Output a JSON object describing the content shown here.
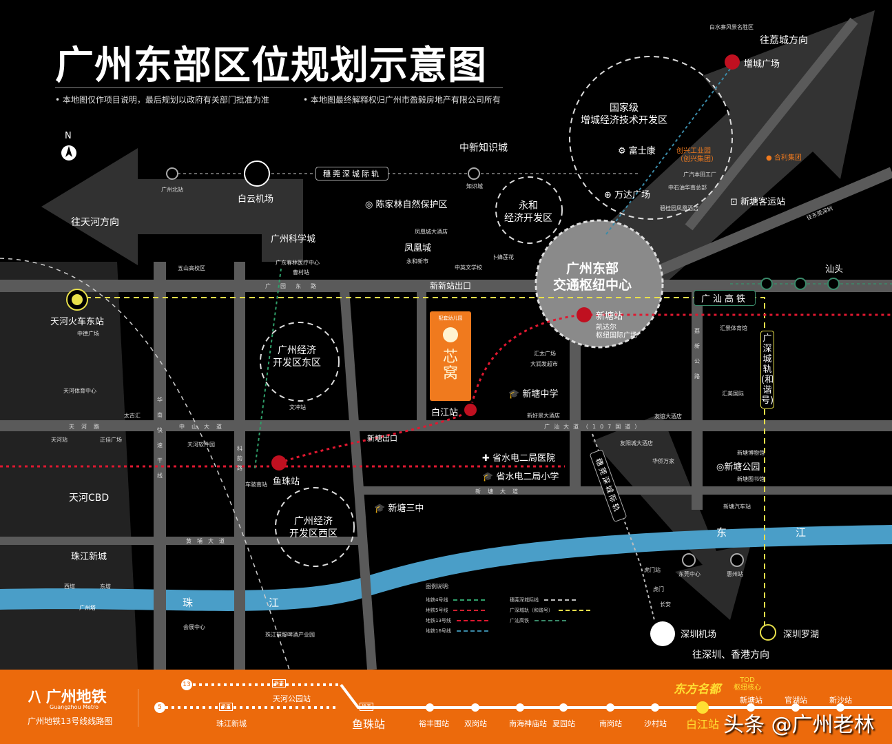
{
  "title": "广州东部区位规划示意图",
  "disclaimers": [
    "本地图仅作项目说明，最后规划以政府有关部门批准为准",
    "本地图最终解释权归广州市盈毅房地产有限公司所有"
  ],
  "compass": "N",
  "directions": {
    "west": "往天河方向",
    "northeast": "往荔城方向",
    "south": "往深圳、香港方向",
    "to_shenzhen": "往东莞深圳"
  },
  "zones": {
    "zengcheng": [
      "国家级",
      "增城经济技术开发区"
    ],
    "yonghe": [
      "永和",
      "经济开发区"
    ],
    "hub": [
      "广州东部",
      "交通枢纽中心"
    ],
    "east": [
      "广州经济",
      "开发区东区"
    ],
    "west": [
      "广州经济",
      "开发区西区"
    ]
  },
  "places": {
    "zhongxin": "中新知识城",
    "baiyun": "白云机场",
    "science": "广州科学城",
    "fenghuang": "凤凰城",
    "chenjialin": "陈家林自然保护区",
    "tianhe_cbd": "天河CBD",
    "zhujiang": "珠江新城",
    "tianhe_east": "天河火车东站",
    "fushikang": "富士康",
    "wanda": "万达广场",
    "xintang_bus": "新塘客运站",
    "zengcheng_sq": "增城广场",
    "xintang_mid": "新塘中学",
    "hospital": "省水电二局医院",
    "school": "省水电二局小学",
    "xintang3": "新塘三中",
    "park": "新塘公园",
    "kaidaer": [
      "凯达尔",
      "枢纽国际广场"
    ],
    "chuangxing": [
      "创兴工业园",
      "（创兴集团）"
    ],
    "heli": "合利集团",
    "shantou": "汕头",
    "sz_airport": "深圳机场",
    "sz_luohu": "深圳罗湖",
    "baijiang": "白江站",
    "xintang_st": "新塘站",
    "yuzhu": "鱼珠站",
    "xinxin_exit": "新新站出口",
    "xintang_exit": "新塘出口",
    "project": "芯窝",
    "project_sub": "配套幼儿园"
  },
  "small_pois": [
    "广州北站",
    "知识城",
    "五山高校区",
    "广东春林医疗中心",
    "曹村站",
    "凤凰城大酒店",
    "永和新市",
    "中英文学校",
    "卜蜂莲花",
    "中德广场",
    "天河体育中心",
    "太古汇",
    "天河站",
    "正佳广场",
    "天河软件园",
    "文冲站",
    "车陂南站",
    "汇太广场",
    "大润发超市",
    "新好景大酒店",
    "汇景体育馆",
    "汇美国际",
    "友谊大酒店",
    "友阳城大酒店",
    "华侨万家",
    "新塘博物馆",
    "新塘图书馆",
    "新塘汽车站",
    "西塔",
    "东塔",
    "广州塔",
    "会展中心",
    "珠江琶醍啤酒产业园",
    "中石油华南总部",
    "广汽本田工厂",
    "碧桂园凤凰酒店",
    "白水寨风景名胜区",
    "东莞中心",
    "惠州站",
    "长安",
    "虎门",
    "虎门站"
  ],
  "roads": {
    "guangyuan": "广园东路",
    "tianhe": "天河路",
    "zhongshan": "中山大道",
    "guangshan": "广汕大道（107国道）",
    "huangpu": "黄埔大道",
    "xintang_ave": "新塘大道",
    "huanan": "华南快速干线",
    "kechuang": "科韵路",
    "dongjiang": "东江",
    "zhujiang_river": "珠江",
    "lizheng": "荔新公路",
    "gsgt": "广汕高铁",
    "gszc": "广深城轨(和谐号)",
    "sgs": "穗莞深城际轨",
    "sgs_h": "穗莞深城际轨"
  },
  "legend": {
    "title": "图例说明:",
    "items": [
      {
        "label": "地铁4号线",
        "color": "#2fa06a"
      },
      {
        "label": "地铁5号线",
        "color": "#d02030"
      },
      {
        "label": "地铁13号线",
        "color": "#e01830"
      },
      {
        "label": "地铁16号线",
        "color": "#3a8aa8"
      },
      {
        "label": "穗莞深城际线",
        "color": "#bbbbbb"
      },
      {
        "label": "广深城轨（和谐号）",
        "color": "#e8e04a"
      },
      {
        "label": "广汕高铁",
        "color": "#3a8a6a"
      }
    ]
  },
  "metro": {
    "logo": "广州地铁",
    "logo_en": "Guangzhou Metro",
    "subtitle": "广州地铁13号线线路图",
    "line13": "13",
    "line5": "5",
    "transfer": "换乘",
    "stations": [
      "珠江新城",
      "天河公园站",
      "鱼珠站",
      "裕丰围站",
      "双岗站",
      "南海神庙站",
      "夏园站",
      "南岗站",
      "沙村站",
      "白江站",
      "新塘站",
      "官湖站",
      "新沙站"
    ],
    "brand": "东方名都",
    "tod": [
      "TOD",
      "枢纽核心"
    ]
  },
  "watermark": "头条 @广州老林",
  "colors": {
    "background": "#000000",
    "road": "#5a5a5a",
    "river": "#4a9ec8",
    "metro_bar": "#ec6a0c",
    "project": "#f07a1e",
    "rail_yellow": "#e8e04a",
    "metro_red": "#e01830"
  }
}
